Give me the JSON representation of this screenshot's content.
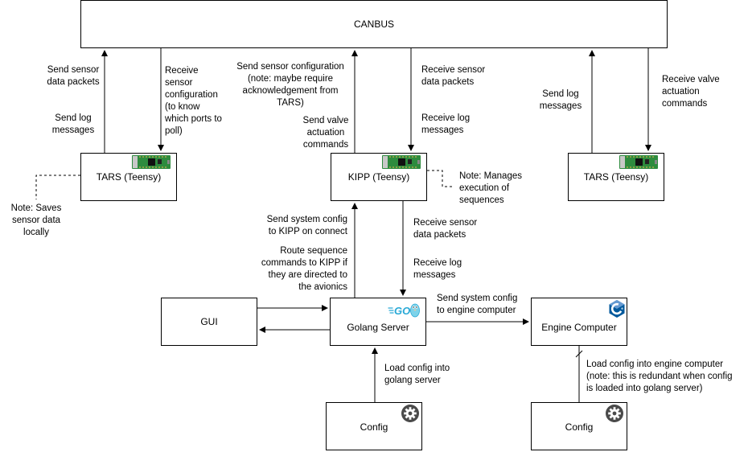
{
  "nodes": {
    "canbus": "CANBUS",
    "tars_left": "TARS (Teensy)",
    "kipp": "KIPP (Teensy)",
    "tars_right": "TARS (Teensy)",
    "gui": "GUI",
    "golang_server": "Golang Server",
    "engine_computer": "Engine Computer",
    "config_left": "Config",
    "config_right": "Config"
  },
  "edges": {
    "tars_left_send_sensor": "Send sensor\ndata packets",
    "tars_left_send_log": "Send log\nmessages",
    "tars_left_receive_config": "Receive\nsensor\nconfiguration\n(to know\nwhich ports to\npoll)",
    "kipp_send_config": "Send sensor configuration\n(note: maybe require\nacknowledgement from\nTARS)",
    "kipp_send_valve": "Send valve\nactuation\ncommands",
    "kipp_receive_sensor": "Receive sensor\ndata packets",
    "kipp_receive_log": "Receive log\nmessages",
    "tars_right_send_log": "Send log\nmessages",
    "tars_right_receive_valve": "Receive valve\nactuation\ncommands",
    "server_send_system_config": "Send system config\nto KIPP on connect",
    "server_route_sequence": "Route sequence\ncommands to KIPP if\nthey are directed to\nthe avionics",
    "server_receive_sensor": "Receive sensor\ndata packets",
    "server_receive_log": "Receive log\nmessages",
    "server_to_engine": "Send system config\nto engine computer",
    "config_to_server": "Load config into\ngolang server",
    "config_to_engine": "Load config into engine computer\n(note: this is redundant when config\nis loaded into golang server)"
  },
  "notes": {
    "tars_note": "Note: Saves\nsensor data\nlocally",
    "kipp_note": "Note: Manages\nexecution of\nsequences"
  },
  "icons": {
    "go_logo": "GO",
    "cpp_logo": "C",
    "gear": "gear-icon",
    "chip": "teensy-board-icon"
  },
  "colors": {
    "chip_green": "#2e8b3e",
    "gopher_blue": "#29a9d6",
    "cpp_blue": "#00599c"
  }
}
